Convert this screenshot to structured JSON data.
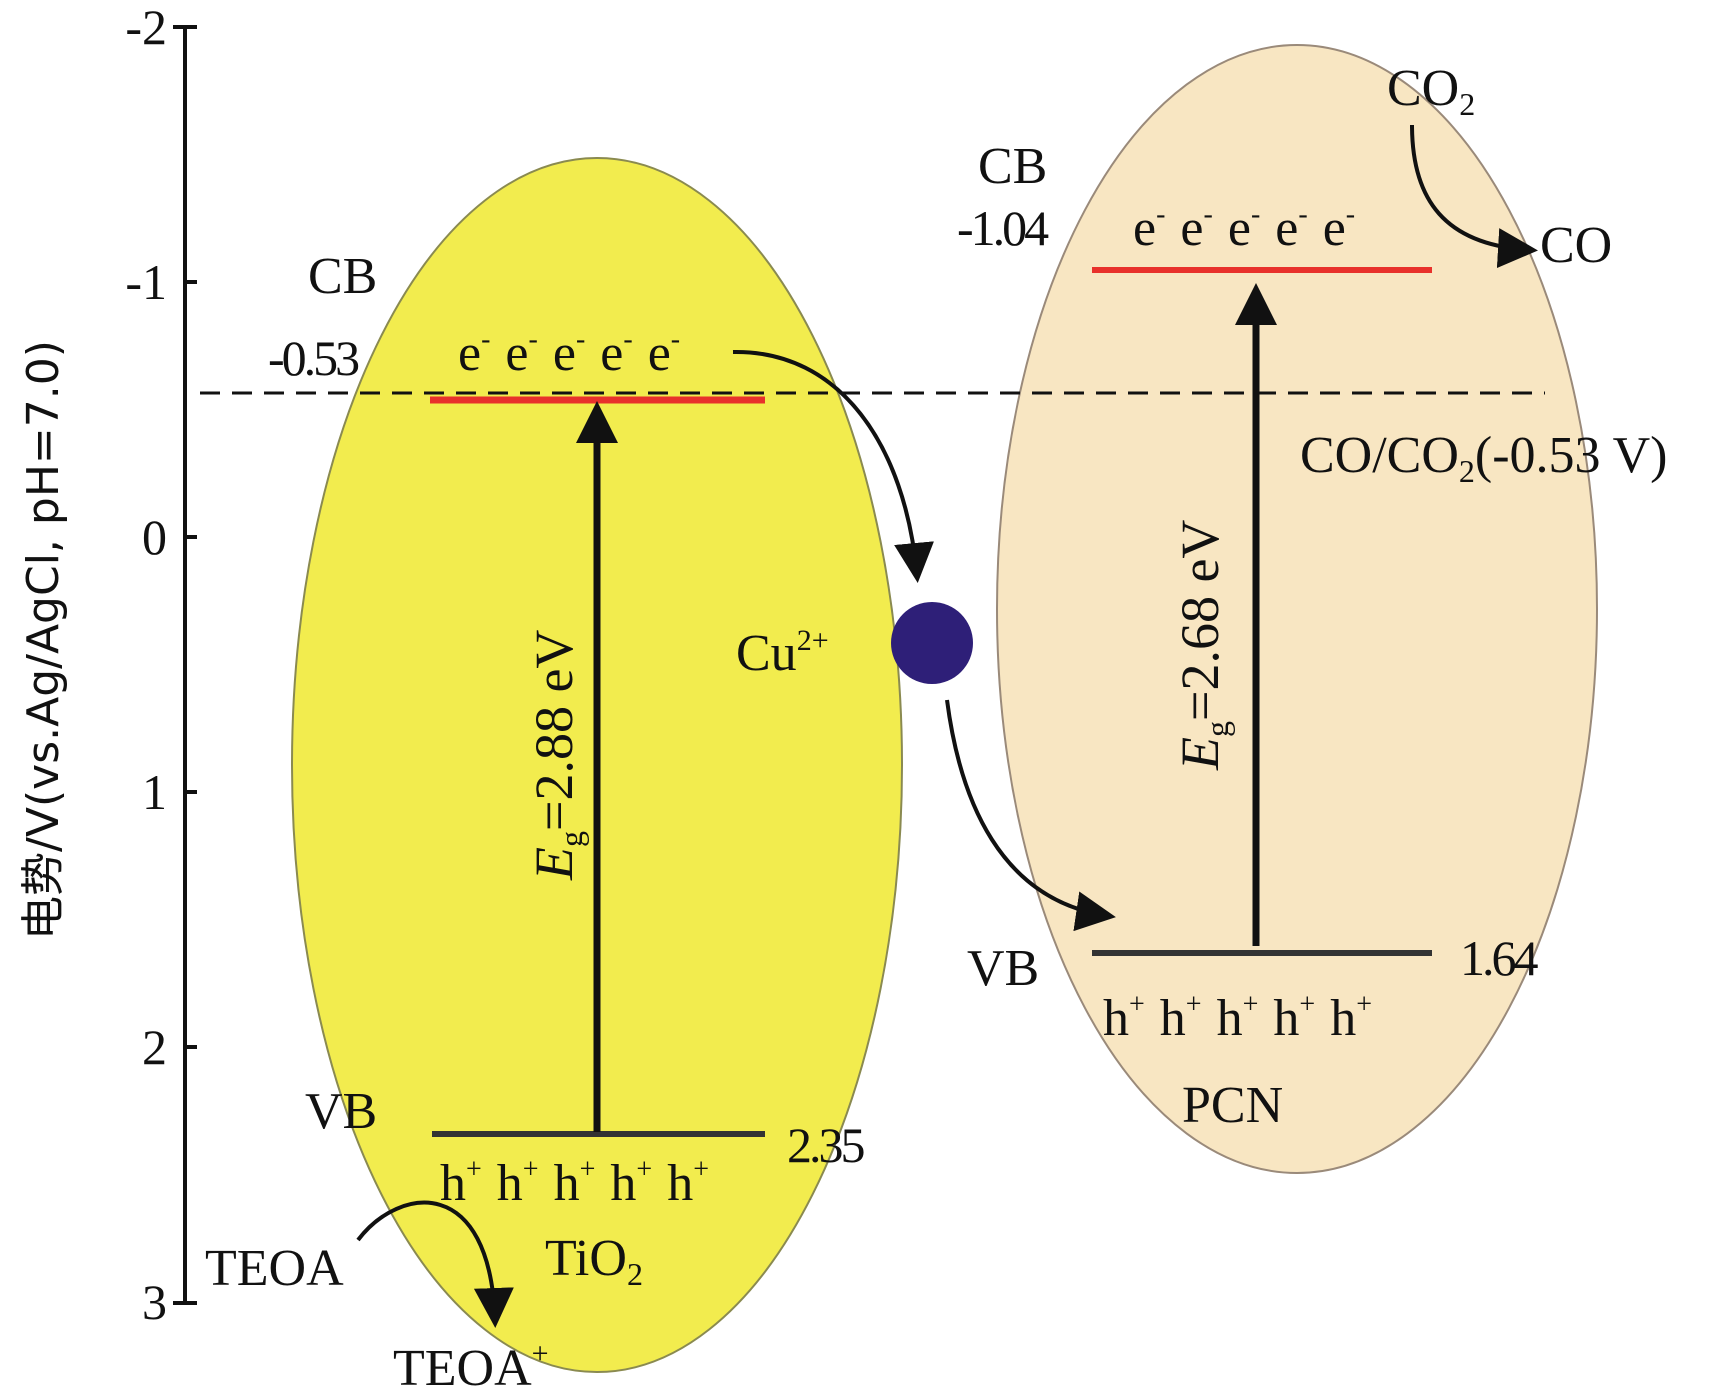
{
  "axis": {
    "label": "电势/V(vs.Ag/AgCl, pH=7.0)",
    "ticks": [
      "-2",
      "-1",
      "0",
      "1",
      "2",
      "3"
    ]
  },
  "tio2": {
    "name_main": "TiO",
    "name_sub": "2",
    "cb_label": "CB",
    "cb_value": "-0.53",
    "vb_label": "VB",
    "vb_value": "2.35",
    "electrons": [
      "e",
      "e",
      "e",
      "e",
      "e"
    ],
    "electron_sup": "-",
    "holes": [
      "h",
      "h",
      "h",
      "h",
      "h"
    ],
    "hole_sup": "+",
    "eg_prefix": "E",
    "eg_sub": "g",
    "eg_value": "=2.88 eV"
  },
  "pcn": {
    "name": "PCN",
    "cb_label": "CB",
    "cb_value": "-1.04",
    "vb_label": "VB",
    "vb_value": "1.64",
    "electrons": [
      "e",
      "e",
      "e",
      "e",
      "e"
    ],
    "electron_sup": "-",
    "holes": [
      "h",
      "h",
      "h",
      "h",
      "h"
    ],
    "hole_sup": "+",
    "eg_prefix": "E",
    "eg_sub": "g",
    "eg_value": "=2.68 eV"
  },
  "copper": {
    "main": "Cu",
    "sup": "2+"
  },
  "redox": {
    "ref_main": "CO/CO",
    "ref_sub": "2",
    "ref_rest": "(-0.53 V)",
    "co2_main": "CO",
    "co2_sub": "2",
    "co": "CO"
  },
  "donor": {
    "teoa": "TEOA",
    "teoa_plus_main": "TEOA",
    "teoa_plus_sup": "+"
  },
  "colors": {
    "tio2_fill": "#f2ec4e",
    "pcn_fill": "#f8e6c2",
    "cb_line": "#e8312b",
    "vb_line": "#222222",
    "copper_dot": "#2e1f78"
  }
}
